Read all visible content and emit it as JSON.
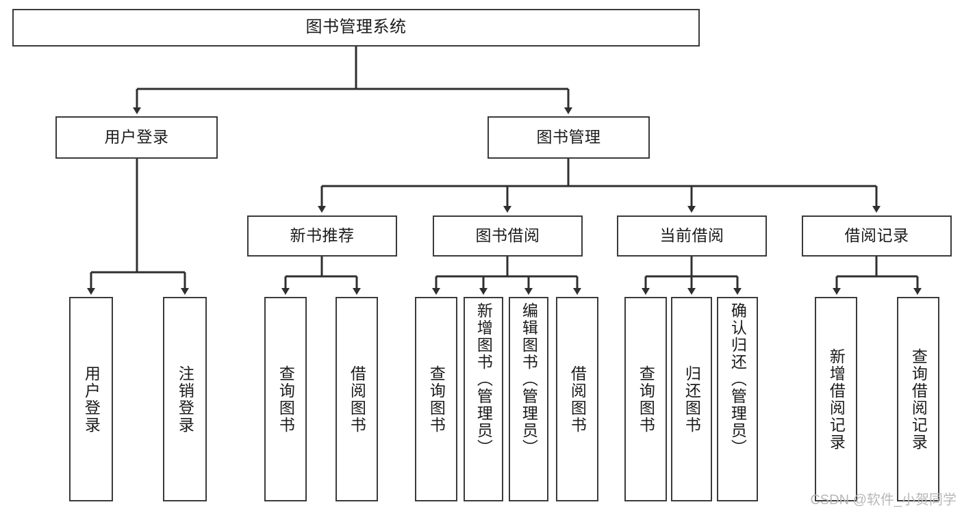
{
  "diagram": {
    "title": "图书管理系统",
    "type": "tree",
    "watermark": "CSDN @软件_小贺同学",
    "colors": {
      "box_border": "#3a3a3a",
      "box_fill": "#ffffff",
      "connector": "#2f2f2f",
      "text": "#1b1b1b",
      "watermark": "#b8b8b8"
    },
    "levels": {
      "root": "图书管理系统",
      "level2": [
        "用户登录",
        "图书管理"
      ],
      "level3": [
        "新书推荐",
        "图书借阅",
        "当前借阅",
        "借阅记录"
      ]
    },
    "nodes": {
      "root": {
        "label": "图书管理系统"
      },
      "user_login": {
        "label": "用户登录"
      },
      "book_manage": {
        "label": "图书管理"
      },
      "new_book_rec": {
        "label": "新书推荐"
      },
      "book_borrow": {
        "label": "图书借阅"
      },
      "current_borrow": {
        "label": "当前借阅"
      },
      "borrow_record": {
        "label": "借阅记录"
      },
      "leaf_user_login": {
        "label": "用户登录"
      },
      "leaf_user_logout": {
        "label": "注销登录"
      },
      "leaf_query_book_1": {
        "label": "查询图书"
      },
      "leaf_borrow_book_1": {
        "label": "借阅图书"
      },
      "leaf_query_book_2": {
        "label": "查询图书"
      },
      "leaf_add_book_admin": {
        "label": "新增图书（管理员）"
      },
      "leaf_edit_book_admin": {
        "label": "编辑图书（管理员）"
      },
      "leaf_borrow_book_2": {
        "label": "借阅图书"
      },
      "leaf_query_book_3": {
        "label": "查询图书"
      },
      "leaf_return_book": {
        "label": "归还图书"
      },
      "leaf_confirm_return_admin": {
        "label": "确认归还（管理员）"
      },
      "leaf_add_record": {
        "label": "新增借阅记录"
      },
      "leaf_query_record": {
        "label": "查询借阅记录"
      }
    },
    "edges": [
      {
        "from": "root",
        "to": "user_login"
      },
      {
        "from": "root",
        "to": "book_manage"
      },
      {
        "from": "user_login",
        "to": "leaf_user_login"
      },
      {
        "from": "user_login",
        "to": "leaf_user_logout"
      },
      {
        "from": "book_manage",
        "to": "new_book_rec"
      },
      {
        "from": "book_manage",
        "to": "book_borrow"
      },
      {
        "from": "book_manage",
        "to": "current_borrow"
      },
      {
        "from": "book_manage",
        "to": "borrow_record"
      },
      {
        "from": "new_book_rec",
        "to": "leaf_query_book_1"
      },
      {
        "from": "new_book_rec",
        "to": "leaf_borrow_book_1"
      },
      {
        "from": "book_borrow",
        "to": "leaf_query_book_2"
      },
      {
        "from": "book_borrow",
        "to": "leaf_add_book_admin"
      },
      {
        "from": "book_borrow",
        "to": "leaf_edit_book_admin"
      },
      {
        "from": "book_borrow",
        "to": "leaf_borrow_book_2"
      },
      {
        "from": "current_borrow",
        "to": "leaf_query_book_3"
      },
      {
        "from": "current_borrow",
        "to": "leaf_return_book"
      },
      {
        "from": "current_borrow",
        "to": "leaf_confirm_return_admin"
      },
      {
        "from": "borrow_record",
        "to": "leaf_add_record"
      },
      {
        "from": "borrow_record",
        "to": "leaf_query_record"
      }
    ]
  }
}
